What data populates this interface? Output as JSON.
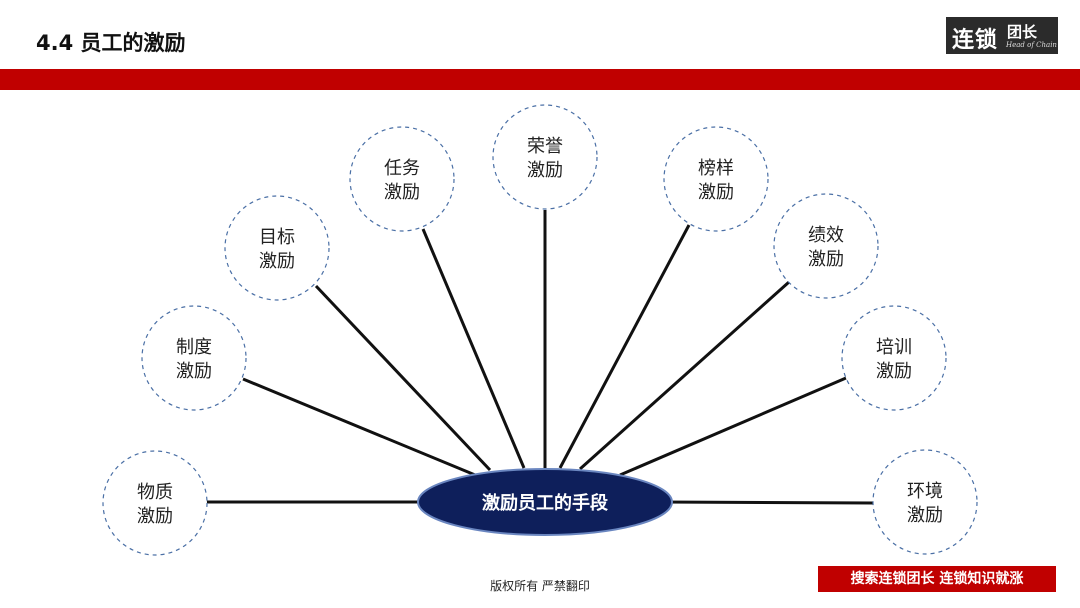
{
  "header": {
    "title": "4.4 员工的激励",
    "logo": {
      "main": "连锁",
      "side": "团长",
      "sub": "Head of Chain"
    }
  },
  "diagram": {
    "center": "激励员工的手段",
    "nodes": [
      {
        "line1": "物质",
        "line2": "激励"
      },
      {
        "line1": "制度",
        "line2": "激励"
      },
      {
        "line1": "目标",
        "line2": "激励"
      },
      {
        "line1": "任务",
        "line2": "激励"
      },
      {
        "line1": "荣誉",
        "line2": "激励"
      },
      {
        "line1": "榜样",
        "line2": "激励"
      },
      {
        "line1": "绩效",
        "line2": "激励"
      },
      {
        "line1": "培训",
        "line2": "激励"
      },
      {
        "line1": "环境",
        "line2": "激励"
      }
    ]
  },
  "footer": {
    "copyright": "版权所有 严禁翻印",
    "promo": "搜索连锁团长 连锁知识就涨"
  },
  "colors": {
    "accent": "#c00000",
    "ellipse": "#0e1f5b",
    "circle_border": "#4a6fa5"
  }
}
